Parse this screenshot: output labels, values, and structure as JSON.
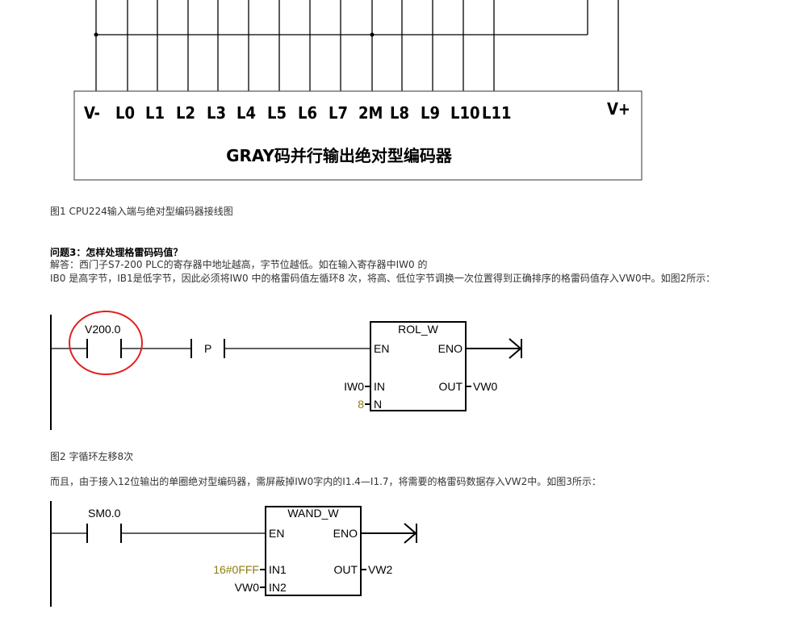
{
  "figure1": {
    "terminals": [
      "V-",
      "L0",
      "L1",
      "L2",
      "L3",
      "L4",
      "L5",
      "L6",
      "L7",
      "2M",
      "L8",
      "L9",
      "L10",
      "L11",
      "V+"
    ],
    "encoder_title": "GRAY码并行输出绝对型编码器",
    "caption": "图1 CPU224输入端与绝对型编码器接线图"
  },
  "question3": {
    "title": "问题3：怎样处理格雷码码值？",
    "answer_line1": "解答：西门子S7-200 PLC的寄存器中地址越高，字节位越低。如在输入寄存器中IW0 的",
    "answer_line2": "IB0 是高字节，IB1是低字节，因此必须将IW0 中的格雷码值左循环8 次，将高、低位字节调换一次位置得到正确排序的格雷码值存入VW0中。如图2所示："
  },
  "figure2": {
    "contact_label": "V200.0",
    "p_label": "P",
    "box_title": "ROL_W",
    "en": "EN",
    "eno": "ENO",
    "in_label": "IN",
    "in_operand": "IW0",
    "n_label": "N",
    "n_operand": "8",
    "out_label": "OUT",
    "out_operand": "VW0",
    "caption": "图2 字循环左移8次"
  },
  "paragraph2": "而且，由于接入12位输出的单圈绝对型编码器，需屏蔽掉IW0字内的I1.4—I1.7，将需要的格雷码数据存入VW2中。如图3所示：",
  "figure3": {
    "contact_label": "SM0.0",
    "box_title": "WAND_W",
    "en": "EN",
    "eno": "ENO",
    "in1_label": "IN1",
    "in1_operand": "16#0FFF",
    "in2_label": "IN2",
    "in2_operand": "VW0",
    "out_label": "OUT",
    "out_operand": "VW2"
  },
  "colors": {
    "text": "#333333",
    "constant": "#8b7d13",
    "annotation_circle": "#e02020"
  }
}
